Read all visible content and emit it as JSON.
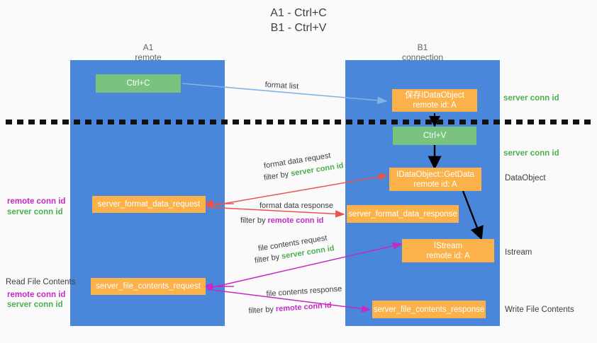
{
  "title": {
    "line1": "A1 - Ctrl+C",
    "line2": "B1 - Ctrl+V"
  },
  "columns": [
    {
      "name": "A1",
      "sub": "remote"
    },
    {
      "name": "B1",
      "sub": "connection"
    }
  ],
  "nodes": {
    "ctrl_c": "Ctrl+C",
    "ctrl_v": "Ctrl+V",
    "save_idataobject_l1": "保存IDataObject",
    "save_idataobject_l2": "remote id: A",
    "getdata_l1": "IDataObject::GetData",
    "getdata_l2": "remote id: A",
    "istream_l1": "IStream",
    "istream_l2": "remote id: A",
    "server_format_data_request": "server_format_data_request",
    "server_format_data_response": "server_format_data_response",
    "server_file_contents_request": "server_file_contents_request",
    "server_file_contents_response": "server_file_contents_response"
  },
  "edge_labels": {
    "format_list": "format list",
    "format_data_request": "format data request",
    "format_data_request_filter_prefix": "filter by ",
    "format_data_request_filter_key": "server conn id",
    "format_data_response": "format data response",
    "format_data_response_filter_prefix": "filter by ",
    "format_data_response_filter_key": "remote conn id",
    "file_contents_request": "file contents request",
    "file_contents_request_filter_prefix": "filter by ",
    "file_contents_request_filter_key": "server conn id",
    "file_contents_response": "file contents response",
    "file_contents_response_filter_prefix": "filter by ",
    "file_contents_response_filter_key": "remote conn id"
  },
  "left_labels": {
    "mid_remote": "remote conn id",
    "mid_server": "server conn id",
    "read_file_contents": "Read File Contents",
    "low_remote": "remote conn id",
    "low_server": "server conn id"
  },
  "right_labels": {
    "server_conn_id_top": "server conn id",
    "server_conn_id_mid": "server conn id",
    "dataobject": "DataObject",
    "istream": "Istream",
    "write_file_contents": "Write File Contents"
  },
  "colors": {
    "column_blue": "#4a86d9",
    "node_orange": "#fbb24a",
    "node_green": "#79c37f",
    "arrow_lightblue": "#7fb3e8",
    "arrow_red": "#e8554e",
    "arrow_magenta": "#c32bc3",
    "arrow_black": "#000000",
    "green_text": "#4caf50",
    "magenta_text": "#c32bc3",
    "background": "#fafafa"
  }
}
